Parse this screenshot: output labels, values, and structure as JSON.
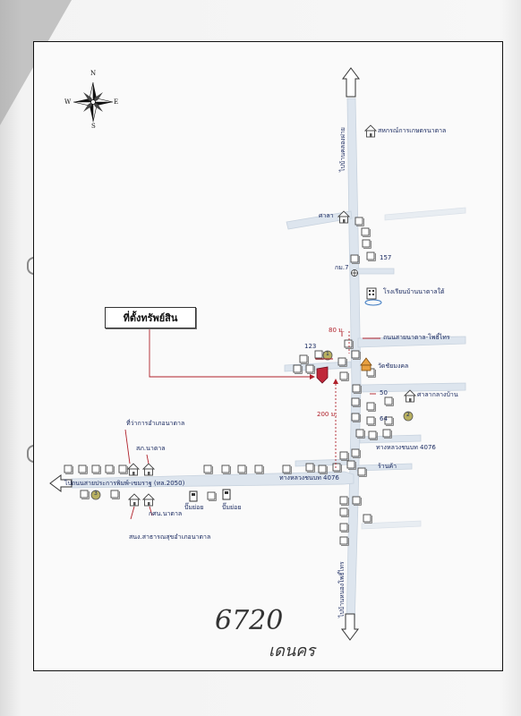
{
  "compass": {
    "n": "N",
    "s": "S",
    "e": "E",
    "w": "W"
  },
  "callout": {
    "label": "ที่ตั้งทรัพย์สิน"
  },
  "roads": {
    "north_direction": "ไปบ้านคลองฝาย",
    "south_direction": "ไปบ้านหนองโพธิ์ไทร",
    "west_direction": "ไปถนนสายประการพิมพ์-เขมราฐ (ทล.2050)",
    "east_road": "ถนนสายนาตาล-โพธิ์ไทร",
    "junction_left": "ทางหลวงชนบท 4076",
    "junction_right": "ทางหลวงชนบท 4076"
  },
  "places": {
    "coop": "สหกรณ์การเกษตรนาตาล",
    "sala": "ศาลา",
    "school": "โรงเรียนบ้านนาตาลใต้",
    "temple": "วัดชัยมงคล",
    "shrine": "ศาลากลางบ้าน",
    "shop": "ร้านค้า",
    "district_office": "ที่ว่าการอำเภอนาตาล",
    "sor_kor": "สภ.นาตาล",
    "kor_shor_nor": "กศน.นาตาล",
    "health_office": "สนง.สาธารณสุขอำเภอนาตาล",
    "gas_station_1": "ปั๊มย่อย",
    "gas_station_2": "ปั๊มย่อย"
  },
  "markers": {
    "km": "กม.7",
    "num_157": "157",
    "num_123": "123",
    "num_50": "50",
    "num_64": "64",
    "circle_1": "1",
    "circle_2": "2",
    "circle_3": "3"
  },
  "distances": {
    "d80": "80 ม.",
    "d200": "200 ม."
  },
  "handwriting": {
    "number": "6720",
    "signature": "เดนคร"
  },
  "colors": {
    "road": "#dde5ee",
    "road_edge": "#c7d2de",
    "building": "#ffffff",
    "building_edge": "#444444",
    "label": "#1a2a60",
    "accent_red": "#b0202a",
    "temple": "#e8a040"
  }
}
